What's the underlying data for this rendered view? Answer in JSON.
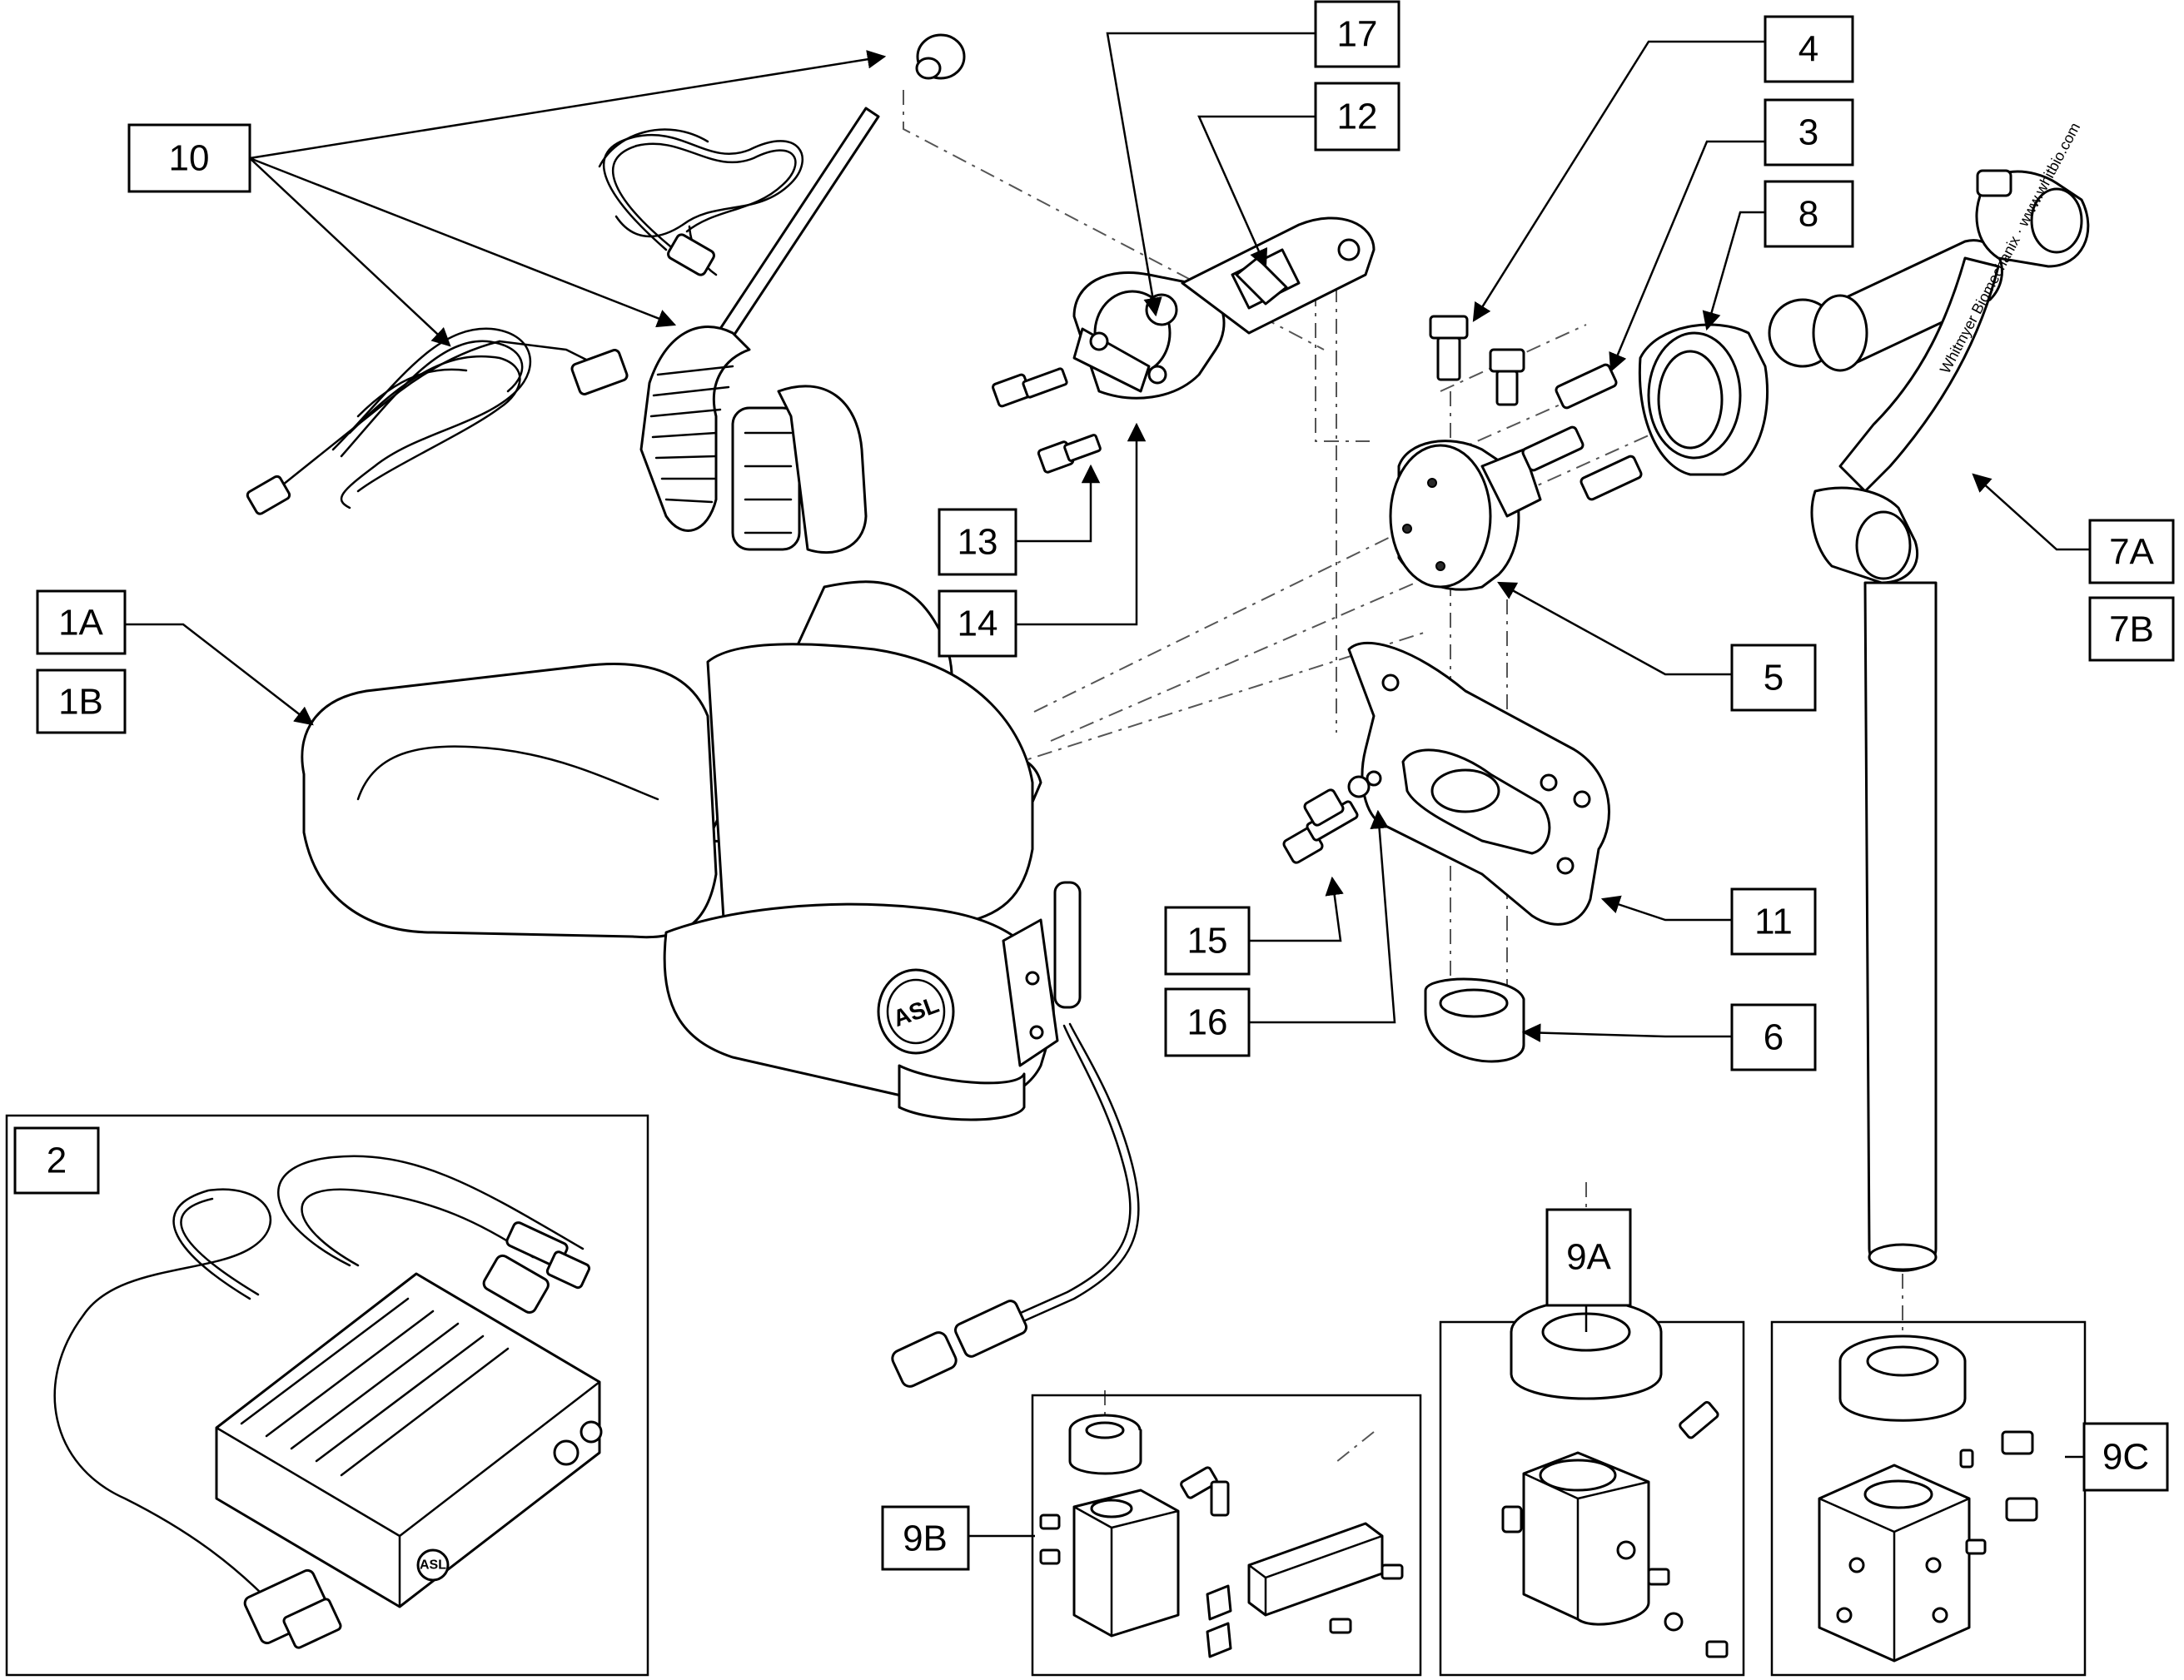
{
  "labels": {
    "l1A": "1A",
    "l1B": "1B",
    "l2": "2",
    "l3": "3",
    "l4": "4",
    "l5": "5",
    "l6": "6",
    "l7A": "7A",
    "l7B": "7B",
    "l8": "8",
    "l9A": "9A",
    "l9B": "9B",
    "l9C": "9C",
    "l10": "10",
    "l11": "11",
    "l12": "12",
    "l13": "13",
    "l14": "14",
    "l15": "15",
    "l16": "16",
    "l17": "17"
  },
  "headrest_logo": "ASL",
  "module_logo": "ASL",
  "arm_branding": "Whitmyer Biomechanix · www.whitbio.com"
}
